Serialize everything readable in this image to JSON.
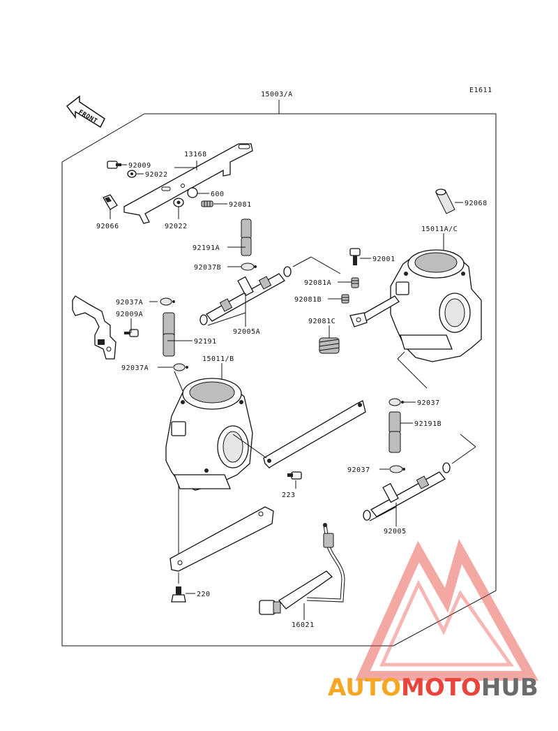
{
  "diagram": {
    "ref_code": "E1611",
    "assembly_label": "15003/A",
    "front_label": "FRONT",
    "callouts": {
      "c_13168": "13168",
      "c_92009": "92009",
      "c_92022_top": "92022",
      "c_600": "600",
      "c_92081": "92081",
      "c_92066": "92066",
      "c_92022_bot": "92022",
      "c_92068": "92068",
      "c_15011ac": "15011A/C",
      "c_92191a": "92191A",
      "c_92001": "92001",
      "c_92037b": "92037B",
      "c_92081a": "92081A",
      "c_92081b": "92081B",
      "c_92037a_1": "92037A",
      "c_92009a": "92009A",
      "c_92005a": "92005A",
      "c_92081c": "92081C",
      "c_92191": "92191",
      "c_92037a_2": "92037A",
      "c_15011b": "15011/B",
      "c_92037": "92037",
      "c_92191b": "92191B",
      "c_223": "223",
      "c_92037_2": "92037",
      "c_92005": "92005",
      "c_220": "220",
      "c_16021": "16021"
    }
  },
  "watermark": {
    "part1": "AUTO",
    "part2": "MOTO",
    "part3": "HUB",
    "colors": {
      "orange": "#f5a623",
      "red": "#e8453c",
      "gray": "#6b6b6b"
    }
  }
}
